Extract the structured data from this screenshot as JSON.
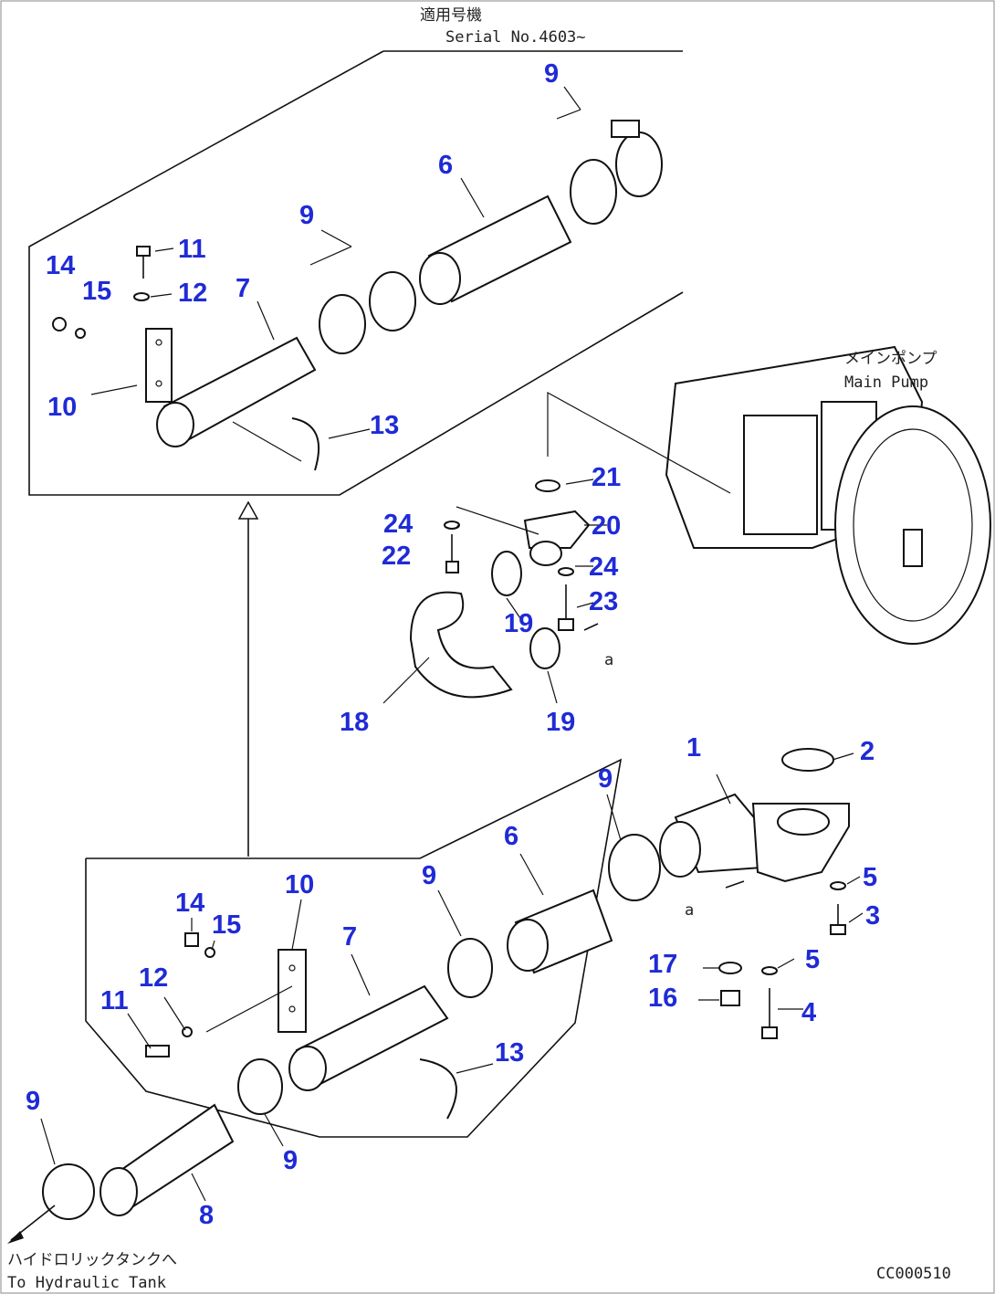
{
  "header": {
    "serial_jp": "適用号機",
    "serial_en": "Serial No.4603~"
  },
  "main_pump": {
    "label_jp": "メインポンプ",
    "label_en": "Main Pump"
  },
  "destination": {
    "label_jp": "ハイドロリックタンクへ",
    "label_en": "To Hydraulic Tank"
  },
  "marker": "a",
  "drawing_code": "CC000510",
  "callouts": [
    "9",
    "6",
    "9",
    "11",
    "14",
    "15",
    "12",
    "7",
    "10",
    "13",
    "21",
    "24",
    "20",
    "22",
    "24",
    "23",
    "19",
    "19",
    "18",
    "1",
    "2",
    "9",
    "6",
    "9",
    "10",
    "14",
    "15",
    "7",
    "12",
    "11",
    "5",
    "3",
    "17",
    "5",
    "16",
    "4",
    "13",
    "9",
    "9",
    "8"
  ]
}
